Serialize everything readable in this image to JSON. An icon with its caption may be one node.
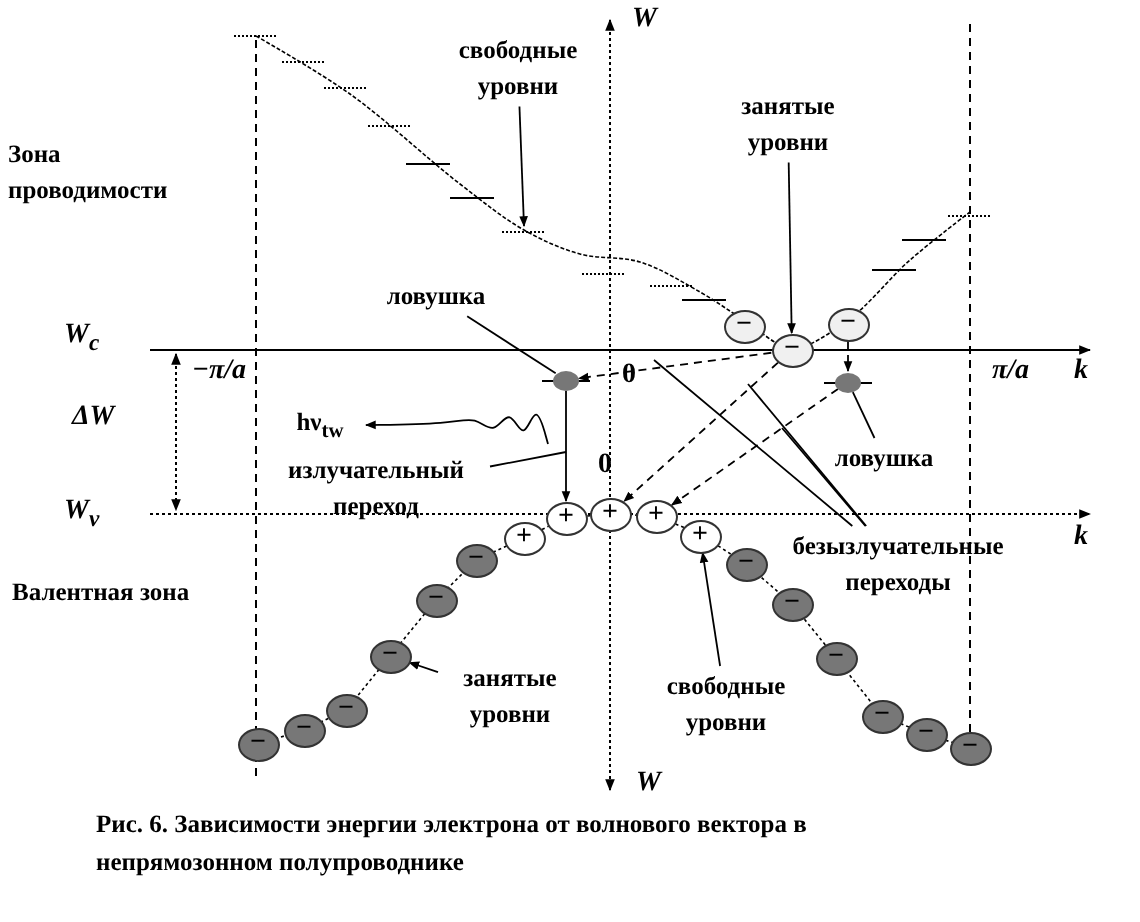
{
  "diagram": {
    "caption": "Рис. 6. Зависимости энергии электрона от волнового вектора в непрямозонном полупроводнике",
    "nodes": [
      {
        "text": [
          "Зона проводимости"
        ]
      },
      {
        "text": [
          "свободные уровни"
        ]
      },
      {
        "text": [
          "занятые уровни"
        ]
      },
      {
        "text": [
          "ловушка"
        ]
      },
      {
        "text": [
          "−"
        ]
      },
      {
        "text": [
          "−"
        ]
      },
      {
        "text": [
          "−"
        ]
      },
      {
        "text": [],
        "shape": "circle"
      },
      {
        "text": [],
        "shape": "circle"
      },
      {
        "text": [
          "hν$_{tw}$"
        ]
      },
      {
        "text": [
          "излучательный переход"
        ]
      },
      {
        "text": [
          "ловушка"
        ]
      },
      {
        "text": [
          "безызлучательные переходы"
        ]
      },
      {
        "text": [
          "+"
        ]
      },
      {
        "text": [
          "+"
        ]
      },
      {
        "text": [
          "+"
        ]
      },
      {
        "text": [
          "+"
        ]
      },
      {
        "text": [
          "+"
        ]
      },
      {
        "text": [
          "Валентная зона"
        ]
      },
      {
        "text": [
          "−"
        ]
      },
      {
        "text": [
          "−"
        ]
      },
      {
        "text": [
          "−"
        ]
      },
      {
        "text": [
          "−"
        ]
      },
      {
        "text": [
          "−"
        ]
      },
      {
        "text": [
          "−"
        ]
      },
      {
        "text": [
          "−"
        ]
      },
      {
        "text": [
          "−"
        ]
      },
      {
        "text": [
          "−"
        ]
      },
      {
        "text": [
          "−"
        ]
      },
      {
        "text": [
          "−"
        ]
      },
      {
        "text": [
          "−"
        ]
      },
      {
        "text": [
          "занятые уровни"
        ]
      },
      {
        "text": [
          "свободные уровни"
        ]
      }
    ],
    "edges": [
      {
        "from": 1,
        "to": null,
        "arrow": "to"
      },
      {
        "from": 2,
        "to": 5,
        "arrow": "to"
      },
      {
        "from": 3,
        "to": 7,
        "arrow": "none"
      },
      {
        "from": 5,
        "to": 7,
        "arrow": "to",
        "style": "dashed"
      },
      {
        "from": 6,
        "to": 8,
        "arrow": "to",
        "style": "dashed"
      },
      {
        "from": 7,
        "to": 14,
        "arrow": "to"
      },
      {
        "from": null,
        "to": 9,
        "arrow": "to"
      },
      {
        "from": 10,
        "to": null,
        "arrow": "none"
      },
      {
        "from": 11,
        "to": 8,
        "arrow": "none"
      },
      {
        "from": 5,
        "to": 15,
        "arrow": "to",
        "style": "dashed"
      },
      {
        "from": 8,
        "to": 16,
        "arrow": "to",
        "style": "dashed"
      },
      {
        "from": 12,
        "to": null,
        "arrow": "none"
      },
      {
        "from": 12,
        "to": null,
        "arrow": "none"
      },
      {
        "from": 12,
        "to": null,
        "arrow": "none"
      },
      {
        "from": 31,
        "to": 22,
        "arrow": "to"
      },
      {
        "from": 32,
        "to": 17,
        "arrow": "to"
      }
    ],
    "labels": [
      "W",
      "W$_{c}$",
      "−π/a",
      "0",
      "π/a",
      "k",
      "ΔW",
      "0",
      "W$_{v}$",
      "k",
      "W"
    ]
  }
}
